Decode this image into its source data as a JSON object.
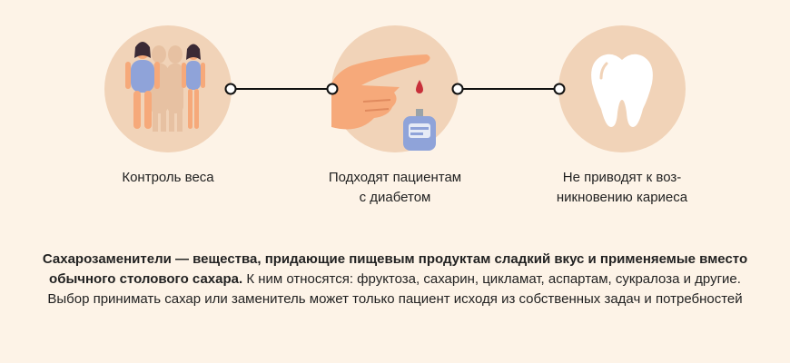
{
  "features": [
    {
      "icon": "weight-control-icon",
      "label_lines": [
        "Контроль веса"
      ]
    },
    {
      "icon": "finger-blood-glucose-icon",
      "label_lines": [
        "Подходят пациентам",
        "с диабетом"
      ]
    },
    {
      "icon": "tooth-icon",
      "label_lines": [
        "Не приводят к воз-",
        "никновению кариеса"
      ]
    }
  ],
  "description": {
    "bold": "Сахарозаменители — вещества, придающие пищевым продуктам сладкий вкус и применяемые вместо обычного столового сахара.",
    "regular": " К ним относятся: фруктоза, сахарин, цикламат, аспартам, сукралоза и другие. Выбор принимать сахар или заменитель может только пациент исходя из собственных задач и потребностей"
  },
  "colors": {
    "background": "#fdf3e7",
    "circle": "#f1d3b8",
    "connector": "#111111",
    "skin": "#f6a97a",
    "swimsuit": "#8fa3d9",
    "tooth": "#ffffff",
    "blood": "#c8303a"
  }
}
